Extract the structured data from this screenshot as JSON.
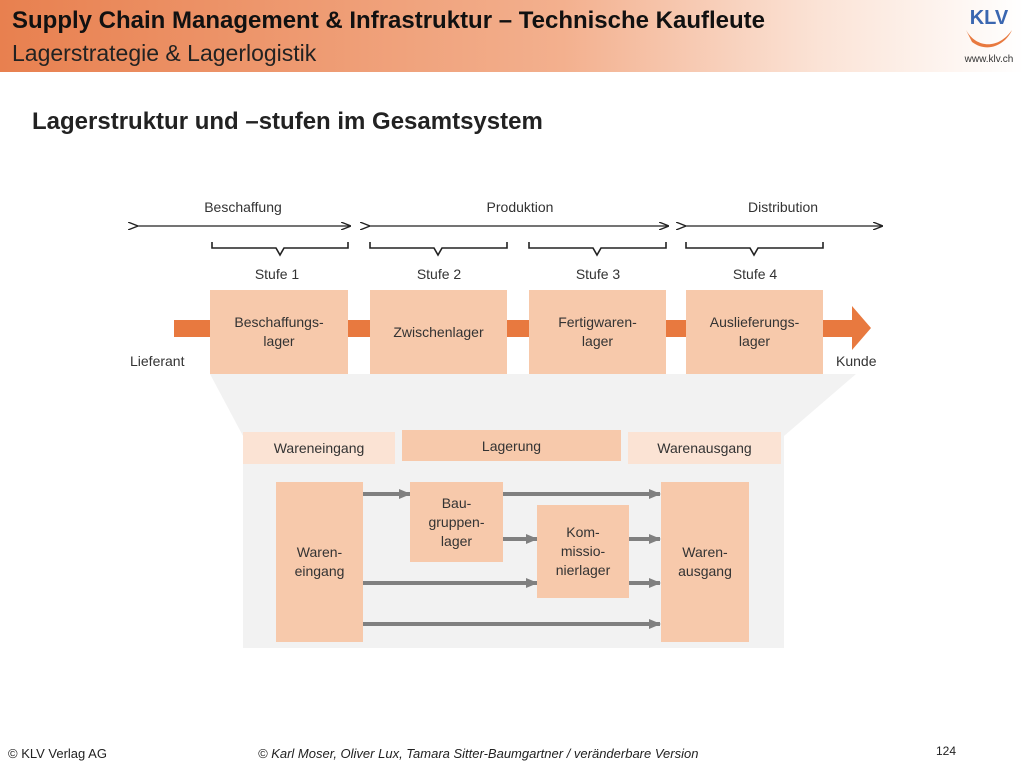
{
  "header": {
    "title": "Supply Chain Management & Infrastruktur – Technische Kaufleute",
    "subtitle": "Lagerstrategie & Lagerlogistik",
    "logo_text": "KLV",
    "logo_url": "www.klv.ch"
  },
  "slide": {
    "title": "Lagerstruktur und –stufen im Gesamtsystem"
  },
  "diagram": {
    "phases": [
      "Beschaffung",
      "Produktion",
      "Distribution"
    ],
    "stufen": [
      "Stufe 1",
      "Stufe 2",
      "Stufe 3",
      "Stufe 4"
    ],
    "lager": [
      "Beschaffungs-\nlager",
      "Zwischenlager",
      "Fertigwaren-\nlager",
      "Auslieferungs-\nlager"
    ],
    "start_label": "Lieferant",
    "end_label": "Kunde",
    "bands": [
      "Wareneingang",
      "Lagerung",
      "Warenausgang"
    ],
    "detail_boxes": {
      "eingang": "Waren-\neingang",
      "baugruppen": "Bau-\ngruppen-\nlager",
      "kommission": "Kom-\nmissio-\nnierlager",
      "ausgang": "Waren-\nausgang"
    },
    "colors": {
      "flow_arrow": "#e8793f",
      "box_fill": "#f7c9ab",
      "band_light": "#fbe3d4",
      "panel": "#f2f2f2",
      "connector": "#808080"
    }
  },
  "footer": {
    "left": "© KLV Verlag AG",
    "center": "© Karl Moser, Oliver Lux, Tamara Sitter-Baumgartner / veränderbare Version",
    "page": "124"
  }
}
